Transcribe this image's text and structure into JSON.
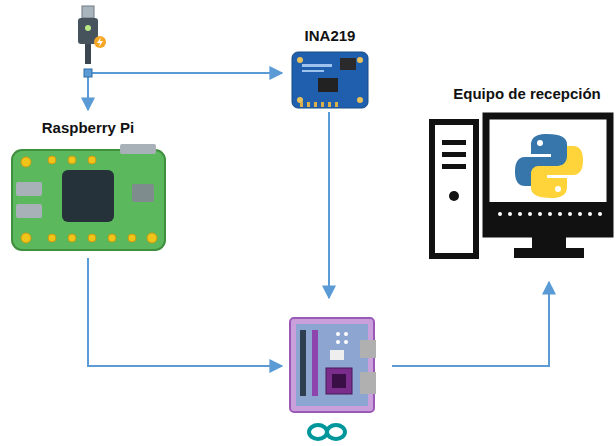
{
  "diagram": {
    "nodes": [
      {
        "text": [
          "Raspberry Pi"
        ]
      },
      {
        "text": [
          "INA219"
        ]
      },
      {
        "text": [
          "Equipo de recepción"
        ]
      }
    ]
  }
}
